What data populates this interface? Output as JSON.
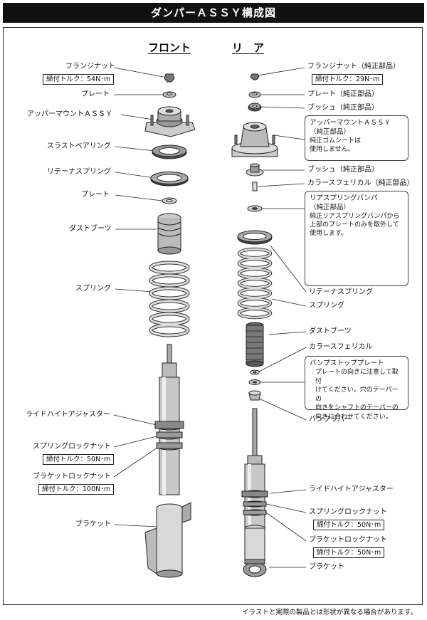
{
  "title": "ダンパーＡＳＳＹ構成図",
  "headings": {
    "front": "フロント",
    "rear": "リ　ア"
  },
  "front": {
    "flange_nut": "フランジナット",
    "flange_nut_torque": "締付トルク：54N･m",
    "plate_top": "プレート",
    "upper_mount": "アッパーマウントＡＳＳＹ",
    "thrust_bearing": "スラストベアリング",
    "retainer_spring": "リテーナスプリング",
    "plate_mid": "プレート",
    "dust_boot": "ダストブーツ",
    "spring": "スプリング",
    "ride_height_adjuster": "ライドハイトアジャスター",
    "spring_lock_nut": "スプリングロックナット",
    "spring_lock_nut_torque": "締付トルク：50N･m",
    "bracket_lock_nut": "ブラケットロックナット",
    "bracket_lock_nut_torque": "締付トルク：100N･m",
    "bracket": "ブラケット"
  },
  "rear": {
    "flange_nut": "フランジナット（純正部品）",
    "flange_nut_torque": "締付トルク：29N･m",
    "plate": "プレート（純正部品）",
    "bush_top": "ブッシュ（純正部品）",
    "upper_mount_note": {
      "title": "アッパーマウントＡＳＳＹ",
      "sub": "（純正部品）",
      "body": "純正ゴムシートは\n使用しません。"
    },
    "bush_mid": "ブッシュ（純正部品）",
    "collar_spherical_top": "カラースフェリカル（純正部品）",
    "bump_rubber_note": {
      "title": "リアスプリングバンパ",
      "sub": "（純正部品）",
      "body": "純正リアスプリングバンパから\n上部のプレートのみを取外して\n使用します。"
    },
    "retainer_spring": "リテーナスプリング",
    "spring": "スプリング",
    "dust_boot": "ダストブーツ",
    "collar_spherical": "カラースフェリカル",
    "bump_stop_note": {
      "title": "バンプストッププレート",
      "body": "プレートの向きに注意して取付\nけてください。穴のテーパーの\n向きをシャフトのテーパーの\n向きに合わせてください。"
    },
    "bump_rubber": "バンプラバー",
    "ride_height_adjuster": "ライドハイトアジャスター",
    "spring_lock_nut": "スプリングロックナット",
    "spring_lock_nut_torque": "締付トルク：50N･m",
    "bracket_lock_nut": "ブラケットロックナット",
    "bracket_lock_nut_torque": "締付トルク：50N･m",
    "bracket": "ブラケット"
  },
  "footer": "イラストと実際の製品とは形状が異なる場合があります。"
}
